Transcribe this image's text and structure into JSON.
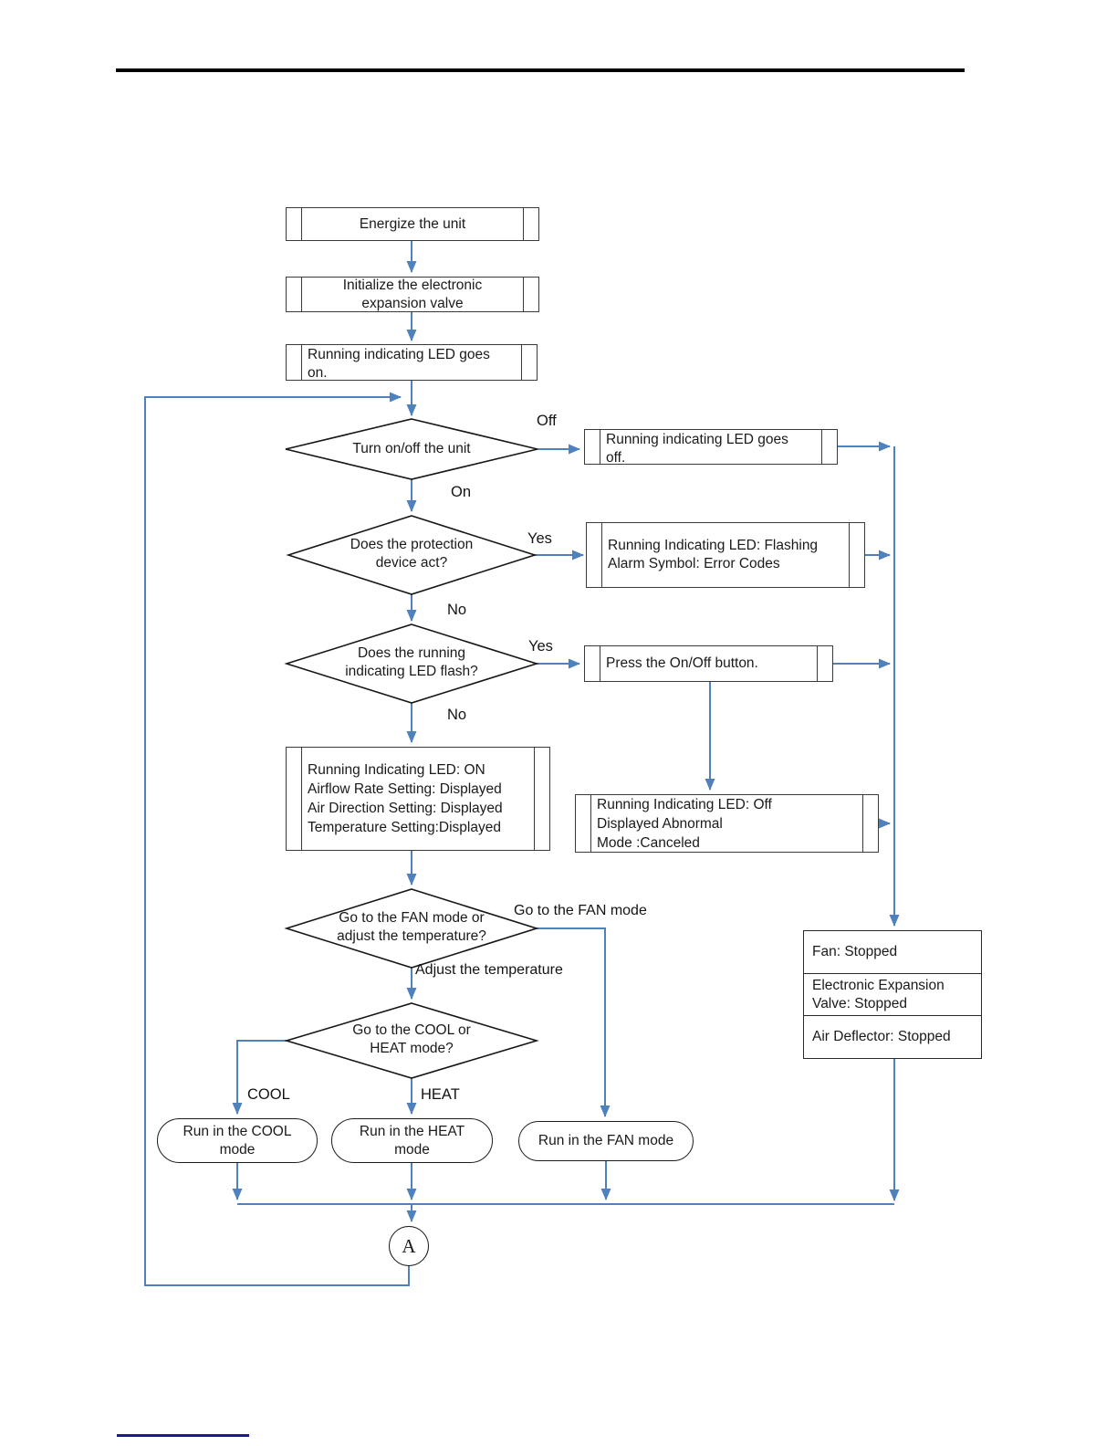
{
  "page": {
    "background": "#ffffff",
    "top_rule_color": "#000000",
    "link_rule_color": "#1b1b8f",
    "connector_color": "#4f81bd",
    "shape_border_color": "#3a3a3a"
  },
  "nodes": {
    "energize": {
      "lines": [
        "Energize the unit"
      ]
    },
    "init_valve": {
      "lines": [
        "Initialize the electronic",
        "expansion valve"
      ]
    },
    "led_on": {
      "lines": [
        "Running indicating LED goes",
        "on."
      ]
    },
    "turn_onoff": {
      "lines": [
        "Turn on/off the unit"
      ]
    },
    "led_off": {
      "lines": [
        "Running indicating LED goes",
        "off."
      ]
    },
    "protection": {
      "lines": [
        "Does the protection",
        "device act?"
      ]
    },
    "led_flashing": {
      "lines": [
        "Running Indicating LED: Flashing",
        "Alarm Symbol: Error Codes"
      ]
    },
    "led_flash_q": {
      "lines": [
        "Does the running",
        "indicating LED flash?"
      ]
    },
    "press_onoff": {
      "lines": [
        "Press the On/Off button."
      ]
    },
    "status_display": {
      "lines": [
        "Running Indicating LED: ON",
        "Airflow Rate Setting: Displayed",
        "Air Direction Setting: Displayed",
        "Temperature Setting:Displayed"
      ]
    },
    "abnormal": {
      "lines": [
        "Running Indicating LED: Off",
        "Displayed Abnormal",
        "Mode :Canceled"
      ]
    },
    "fan_or_temp": {
      "lines": [
        "Go to the FAN mode or",
        "adjust the temperature?"
      ]
    },
    "cool_or_heat": {
      "lines": [
        "Go to the COOL or",
        "HEAT mode?"
      ]
    },
    "run_cool": {
      "lines": [
        "Run in the COOL",
        "mode"
      ]
    },
    "run_heat": {
      "lines": [
        "Run in the HEAT",
        "mode"
      ]
    },
    "run_fan": {
      "lines": [
        "Run in the FAN mode"
      ]
    },
    "connector_a": {
      "label": "A"
    }
  },
  "stopped_table": {
    "rows": [
      {
        "lines": [
          "Fan: Stopped"
        ]
      },
      {
        "lines": [
          "Electronic Expansion",
          "Valve: Stopped"
        ]
      },
      {
        "lines": [
          "Air Deflector: Stopped"
        ]
      }
    ]
  },
  "edge_labels": {
    "off": "Off",
    "on": "On",
    "yes_protection": "Yes",
    "no_protection": "No",
    "yes_flash": "Yes",
    "no_flash": "No",
    "goto_fan": "Go to the FAN mode",
    "adjust_temp": "Adjust the temperature",
    "cool": "COOL",
    "heat": "HEAT"
  }
}
